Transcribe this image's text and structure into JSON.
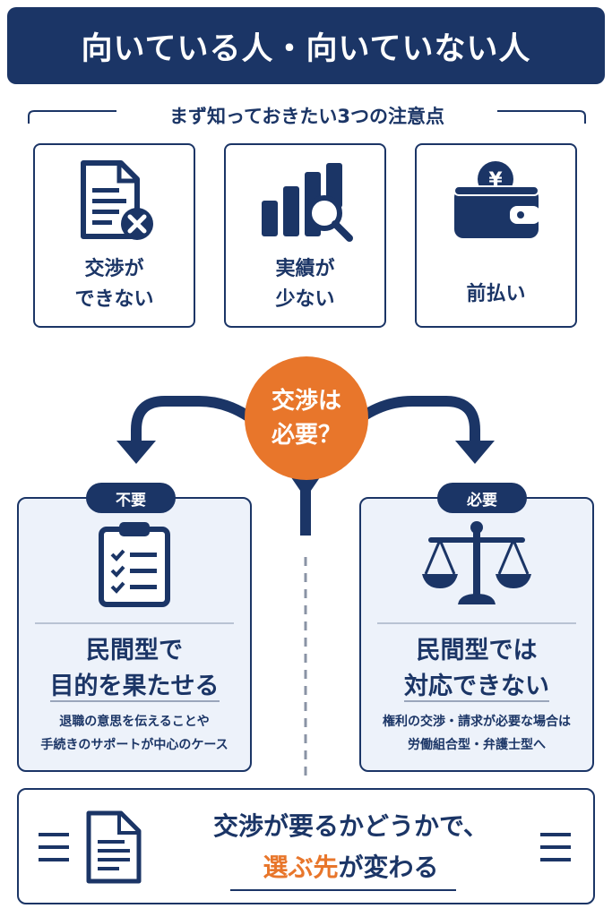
{
  "title": "向いている人・向いていない人",
  "subtitle": "まず知っておきたい3つの注意点",
  "cautions": [
    {
      "line1": "交渉が",
      "line2": "できない",
      "icon": "document-x-icon"
    },
    {
      "line1": "実績が",
      "line2": "少ない",
      "icon": "bar-chart-magnifier-icon"
    },
    {
      "line1": "前払い",
      "line2": "",
      "icon": "wallet-yen-icon"
    }
  ],
  "decision": {
    "line1": "交渉は",
    "line2": "必要？"
  },
  "left_branch": {
    "pill": "不要",
    "icon": "checklist-icon",
    "heading1": "民間型で",
    "heading2": "目的を果たせる",
    "note1": "退職の意思を伝えることや",
    "note2": "手続きのサポートが中心のケース"
  },
  "right_branch": {
    "pill": "必要",
    "icon": "scales-icon",
    "heading1": "民間型では",
    "heading2": "対応できない",
    "note1": "権利の交渉・請求が必要な場合は",
    "note2": "労働組合型・弁護士型へ"
  },
  "bottom": {
    "line1": "交渉が要るかどうかで、",
    "accent": "選ぶ先",
    "rest": "が変わる"
  },
  "colors": {
    "navy": "#1b3566",
    "orange": "#e8762b",
    "panel": "#edf2fa"
  }
}
